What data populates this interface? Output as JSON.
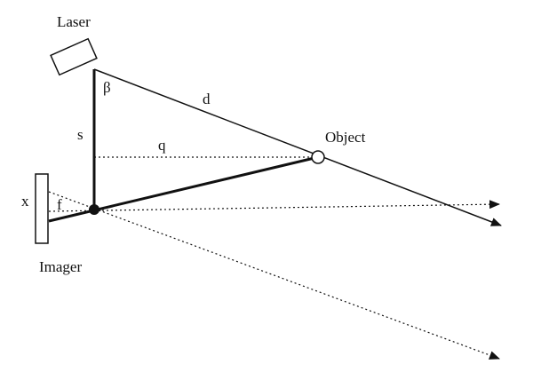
{
  "labels": {
    "laser": "Laser",
    "imager": "Imager",
    "object": "Object",
    "beta": "β",
    "d": "d",
    "s": "s",
    "q": "q",
    "x": "x",
    "f": "f"
  },
  "colors": {
    "ink": "#111111",
    "background": "#ffffff"
  }
}
